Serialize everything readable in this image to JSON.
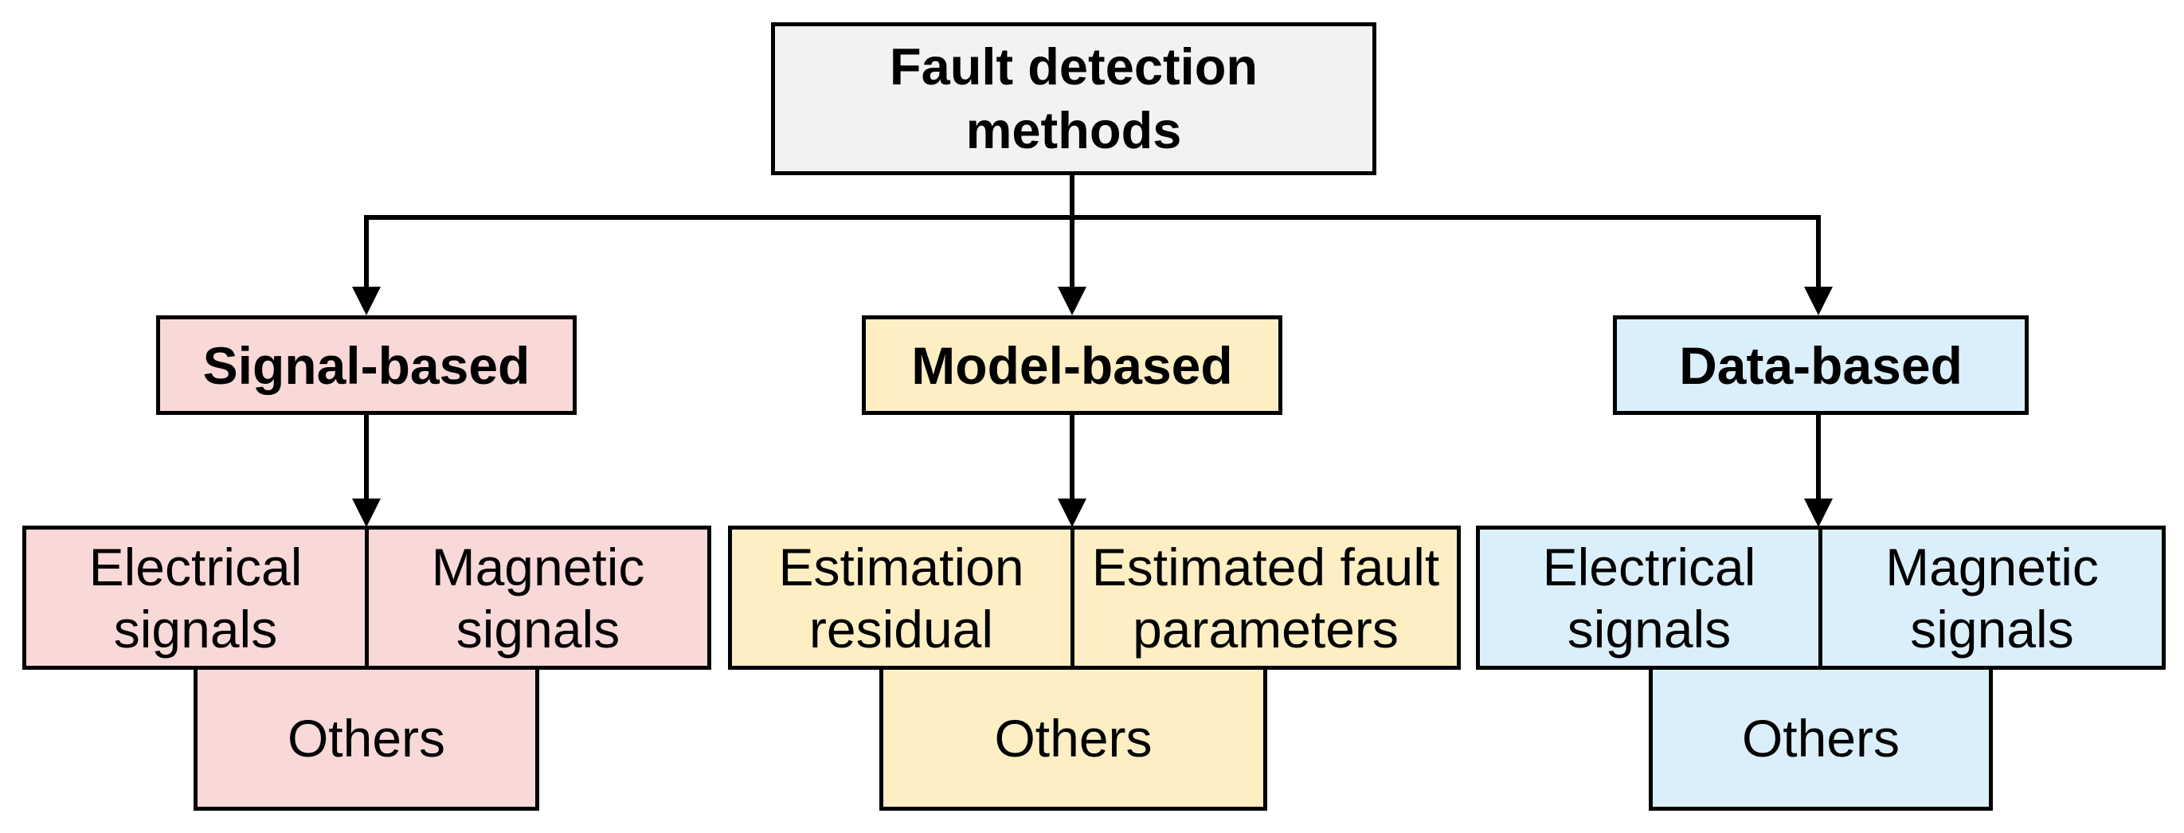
{
  "root": {
    "label": "Fault detection\nmethods"
  },
  "categories": [
    {
      "label": "Signal-based",
      "color": "#f9d8d8",
      "children": [
        "Electrical\nsignals",
        "Magnetic\nsignals",
        "Others"
      ]
    },
    {
      "label": "Model-based",
      "color": "#fdeec4",
      "children": [
        "Estimation\nresidual",
        "Estimated fault\nparameters",
        "Others"
      ]
    },
    {
      "label": "Data-based",
      "color": "#dbeffb",
      "children": [
        "Electrical\nsignals",
        "Magnetic\nsignals",
        "Others"
      ]
    }
  ],
  "colors": {
    "stroke": "#000000",
    "root_fill": "#f2f2f2"
  }
}
